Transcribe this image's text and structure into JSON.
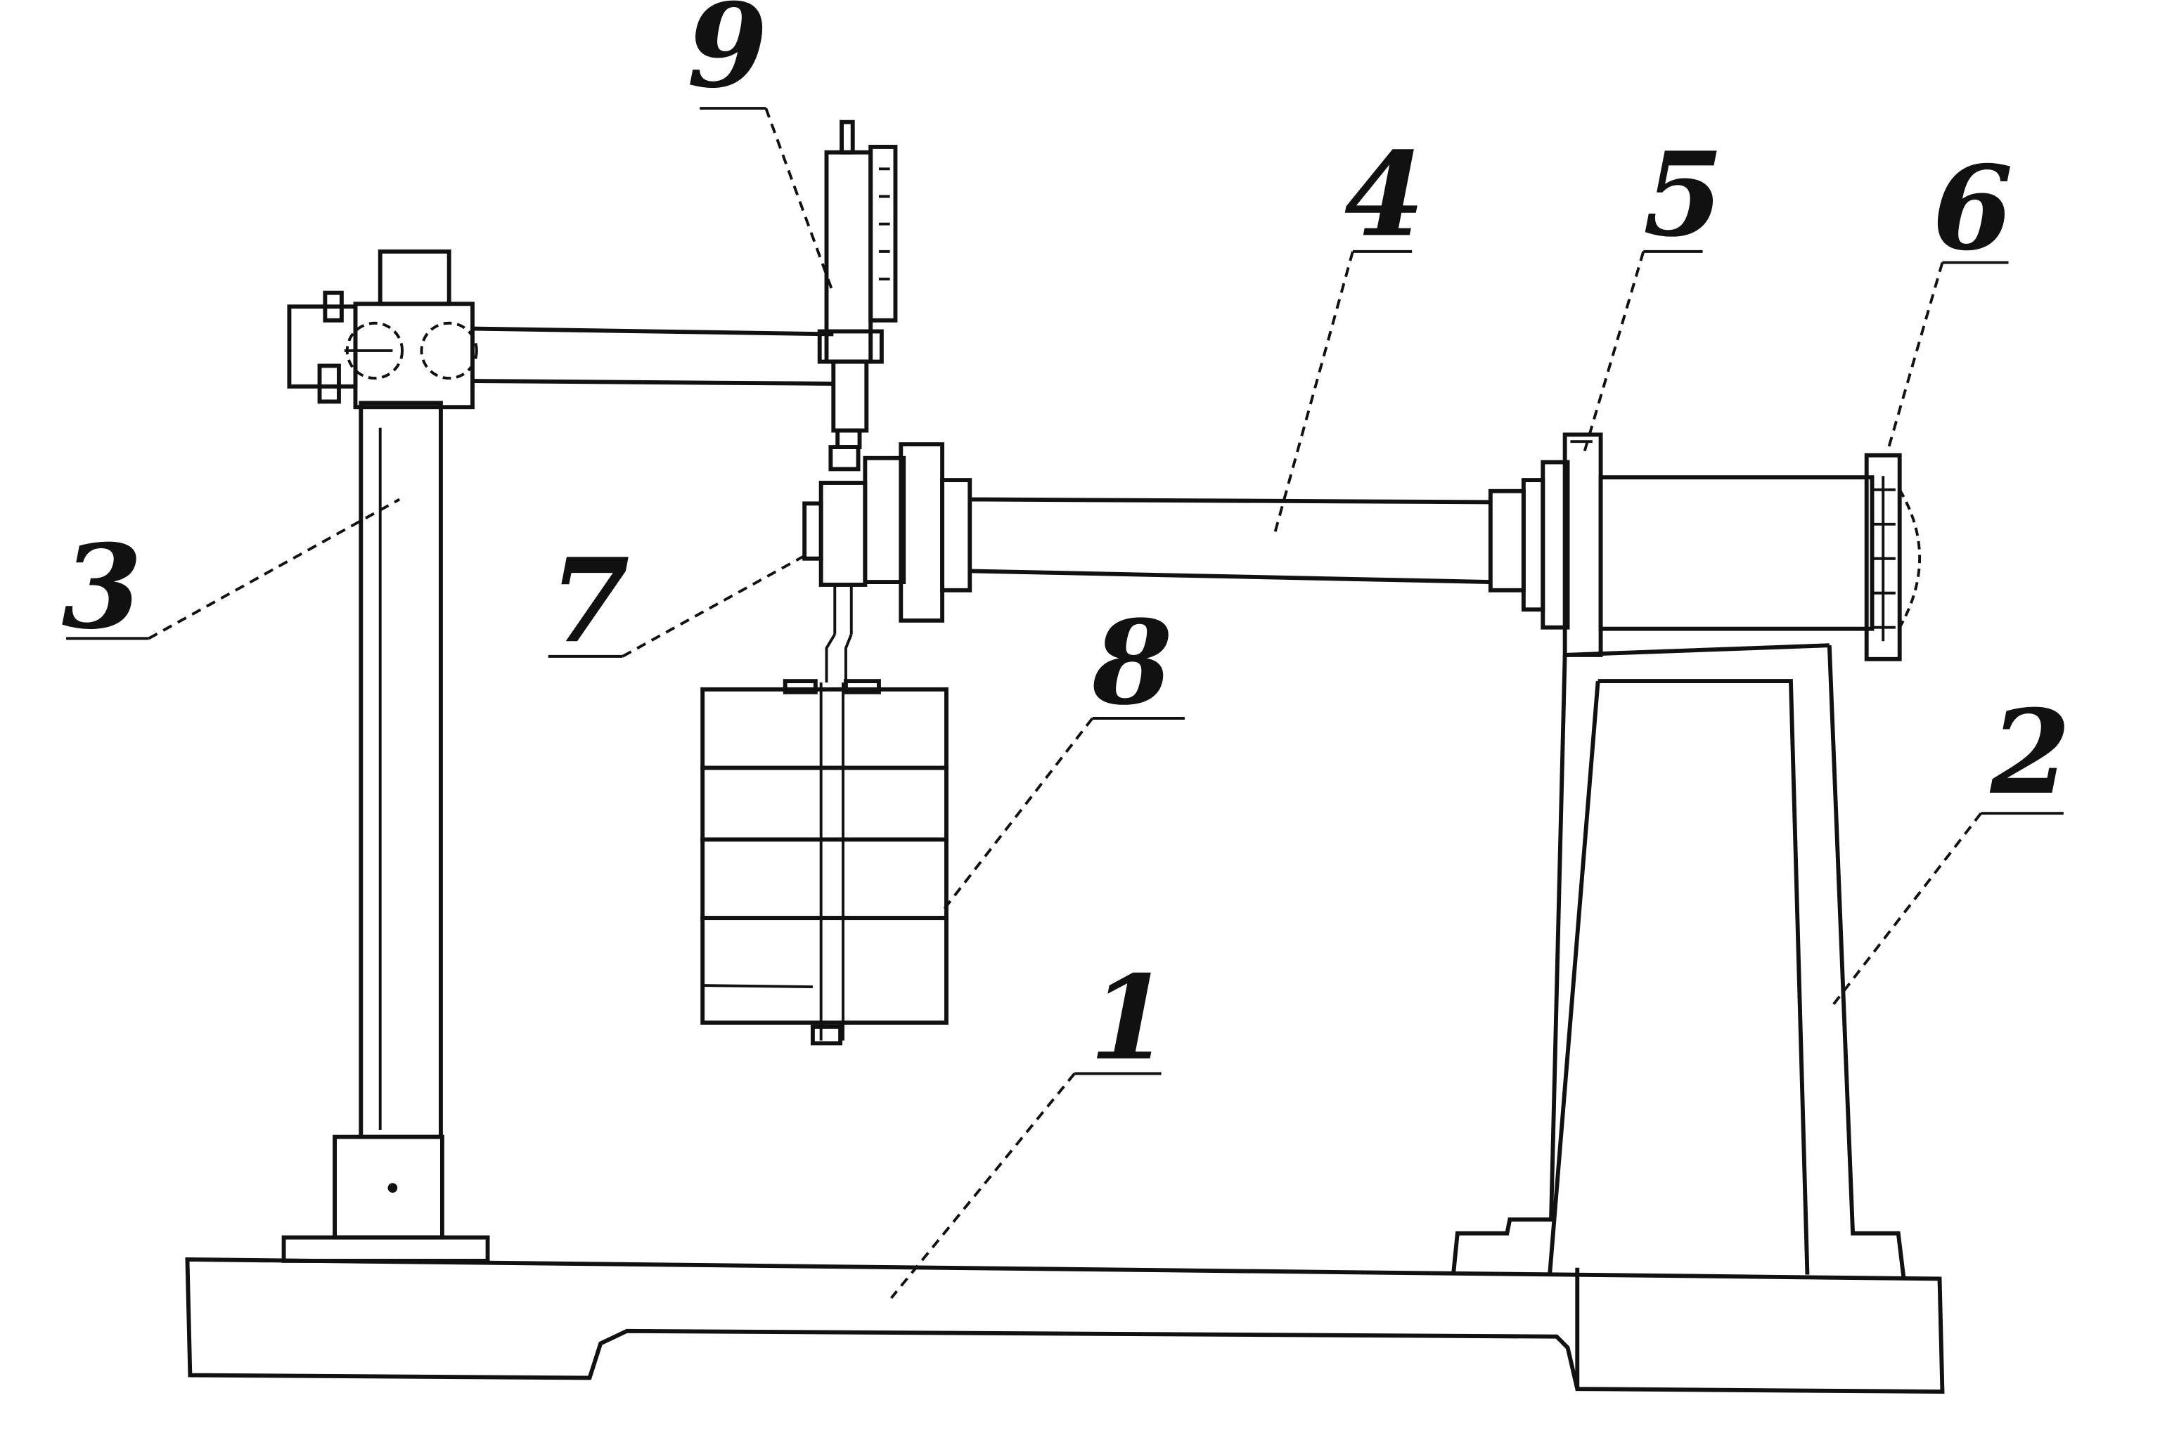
{
  "figure": {
    "colors": {
      "line": "#111111",
      "paper": "#ffffff"
    },
    "callouts": {
      "base": "1",
      "stand": "2",
      "column": "3",
      "shaft": "4",
      "bearing_block": "5",
      "handwheel": "6",
      "clamp": "7",
      "weights": "8",
      "gauge": "9"
    }
  }
}
